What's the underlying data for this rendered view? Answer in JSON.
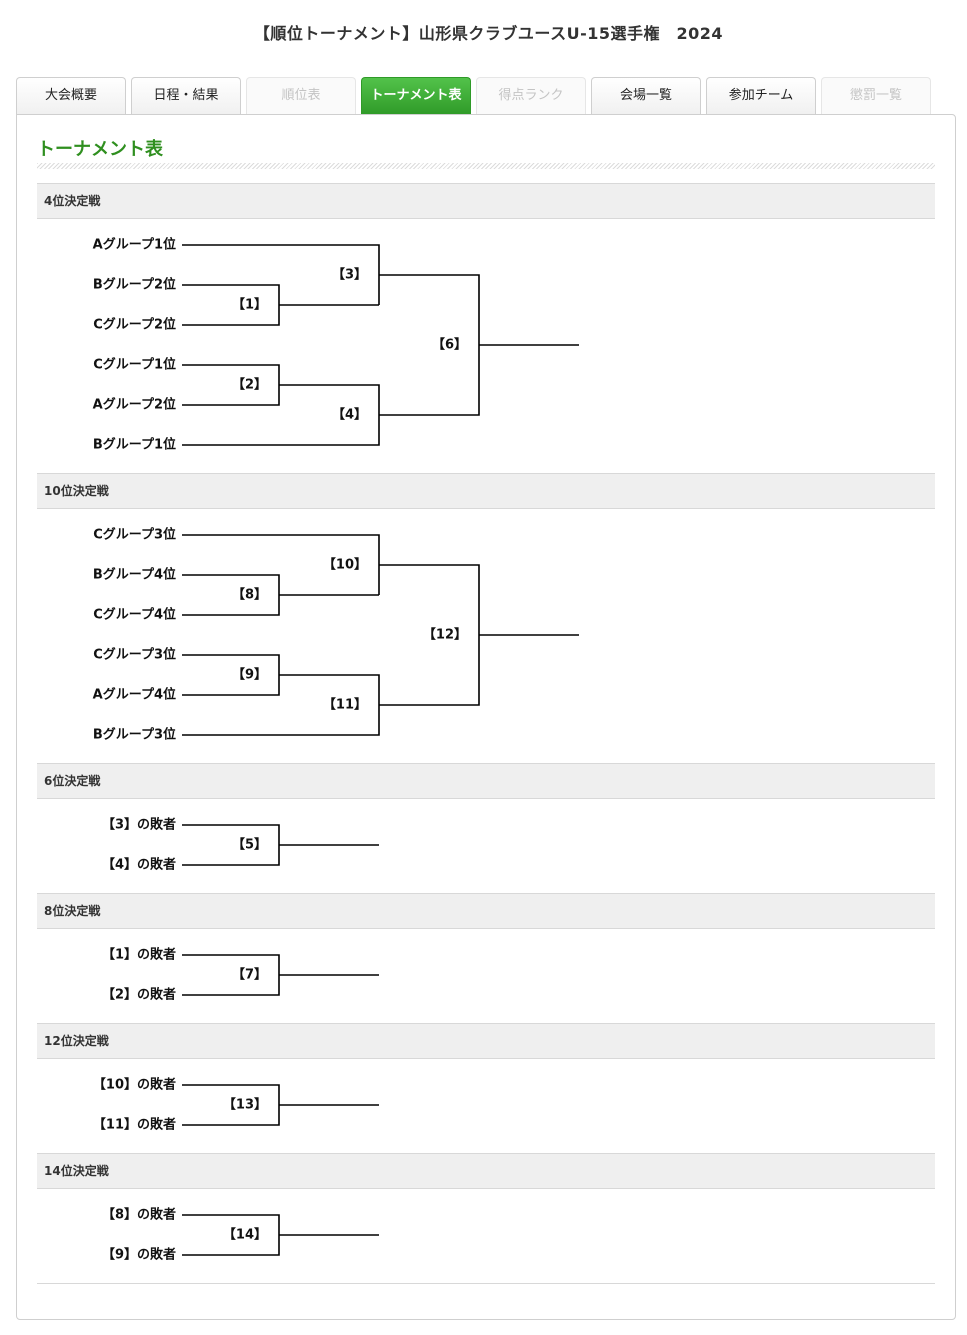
{
  "page": {
    "title": "【順位トーナメント】山形県クラブユースU-15選手権　2024"
  },
  "tabs": [
    {
      "label": "大会概要",
      "state": "normal"
    },
    {
      "label": "日程・結果",
      "state": "normal"
    },
    {
      "label": "順位表",
      "state": "disabled"
    },
    {
      "label": "トーナメント表",
      "state": "active"
    },
    {
      "label": "得点ランク",
      "state": "disabled"
    },
    {
      "label": "会場一覧",
      "state": "normal"
    },
    {
      "label": "参加チーム",
      "state": "normal"
    },
    {
      "label": "懲罰一覧",
      "state": "disabled"
    }
  ],
  "section": {
    "heading": "トーナメント表"
  },
  "brackets": [
    {
      "title": "4位決定戦",
      "kind": "six",
      "teams": [
        "Aグループ1位",
        "Bグループ2位",
        "Cグループ2位",
        "Cグループ1位",
        "Aグループ2位",
        "Bグループ1位"
      ],
      "matches": {
        "first_a": "【1】",
        "second_a": "【3】",
        "first_b": "【2】",
        "second_b": "【4】",
        "final": "【6】"
      }
    },
    {
      "title": "10位決定戦",
      "kind": "six",
      "teams": [
        "Cグループ3位",
        "Bグループ4位",
        "Cグループ4位",
        "Cグループ3位",
        "Aグループ4位",
        "Bグループ3位"
      ],
      "matches": {
        "first_a": "【8】",
        "second_a": "【10】",
        "first_b": "【9】",
        "second_b": "【11】",
        "final": "【12】"
      }
    },
    {
      "title": "6位決定戦",
      "kind": "pair",
      "teams": [
        "【3】の敗者",
        "【4】の敗者"
      ],
      "matches": {
        "final": "【5】"
      }
    },
    {
      "title": "8位決定戦",
      "kind": "pair",
      "teams": [
        "【1】の敗者",
        "【2】の敗者"
      ],
      "matches": {
        "final": "【7】"
      }
    },
    {
      "title": "12位決定戦",
      "kind": "pair",
      "teams": [
        "【10】の敗者",
        "【11】の敗者"
      ],
      "matches": {
        "final": "【13】"
      }
    },
    {
      "title": "14位決定戦",
      "kind": "pair",
      "teams": [
        "【8】の敗者",
        "【9】の敗者"
      ],
      "matches": {
        "final": "【14】"
      }
    }
  ]
}
